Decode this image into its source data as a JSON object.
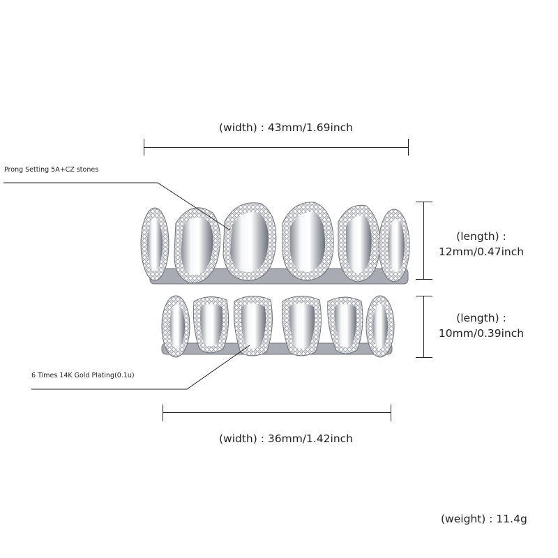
{
  "dimensions": {
    "top_width": "(width) : 43mm/1.69inch",
    "bottom_width": "(width) : 36mm/1.42inch",
    "upper_length_label": "(length) :",
    "upper_length_value": "12mm/0.47inch",
    "lower_length_label": "(length) :",
    "lower_length_value": "10mm/0.39inch",
    "weight": "(weight) : 11.4g"
  },
  "callouts": {
    "prong_setting": "Prong Setting 5A+CZ stones",
    "gold_plating": "6 Times  14K  Gold  Plating(0.1u)"
  },
  "colors": {
    "background": "#ffffff",
    "text": "#222222",
    "metal": "#c9ccd1",
    "metal_highlight": "#f7f8fa",
    "metal_shadow": "#6f737a"
  }
}
